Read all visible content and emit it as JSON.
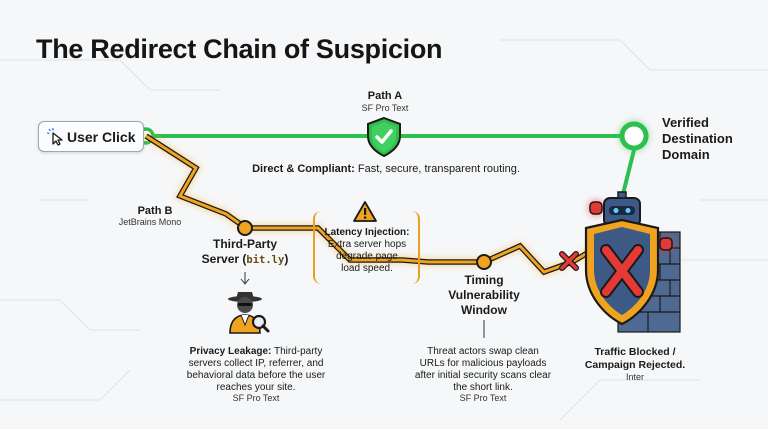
{
  "title": "The Redirect Chain of Suspicion",
  "start": {
    "label": "User Click",
    "icon": "cursor-click-icon"
  },
  "path_a": {
    "label": "Path A",
    "font_note": "SF Pro Text",
    "icon": "shield-check-icon",
    "description_strong": "Direct & Compliant:",
    "description_rest": " Fast, secure, transparent routing."
  },
  "destination": {
    "line1": "Verified",
    "line2": "Destination",
    "line3": "Domain"
  },
  "path_b": {
    "label": "Path B",
    "font_note": "JetBrains Mono"
  },
  "third_party": {
    "line1": "Third-Party",
    "line2_prefix": "Server (",
    "line2_code": "bit.ly",
    "line2_suffix": ")"
  },
  "latency": {
    "icon": "warning-icon",
    "title": "Latency Injection:",
    "body_lines": [
      "Extra server hops",
      "degrade page",
      "load speed."
    ]
  },
  "privacy": {
    "icon": "spy-magnifier-icon",
    "strong": "Privacy Leakage:",
    "line1_rest": " Third-party",
    "lines": [
      "servers collect IP, referrer, and",
      "behavioral data before the user",
      "reaches your site."
    ],
    "font_note": "SF Pro Text"
  },
  "timing": {
    "line1": "Timing",
    "line2": "Vulnerability",
    "line3": "Window"
  },
  "threat": {
    "lines": [
      "Threat actors swap clean",
      "URLs for malicious payloads",
      "after initial security scans clear",
      "the short link."
    ],
    "font_note": "SF Pro Text"
  },
  "blocked": {
    "icon": "robot-firewall-icon",
    "x_icon": "red-x-icon",
    "line1": "Traffic Blocked /",
    "line2": "Campaign Rejected.",
    "font_note": "Inter"
  },
  "colors": {
    "green": "#2fbf4f",
    "orange": "#f0a31e",
    "red": "#e53935",
    "navy": "#223a5e"
  }
}
